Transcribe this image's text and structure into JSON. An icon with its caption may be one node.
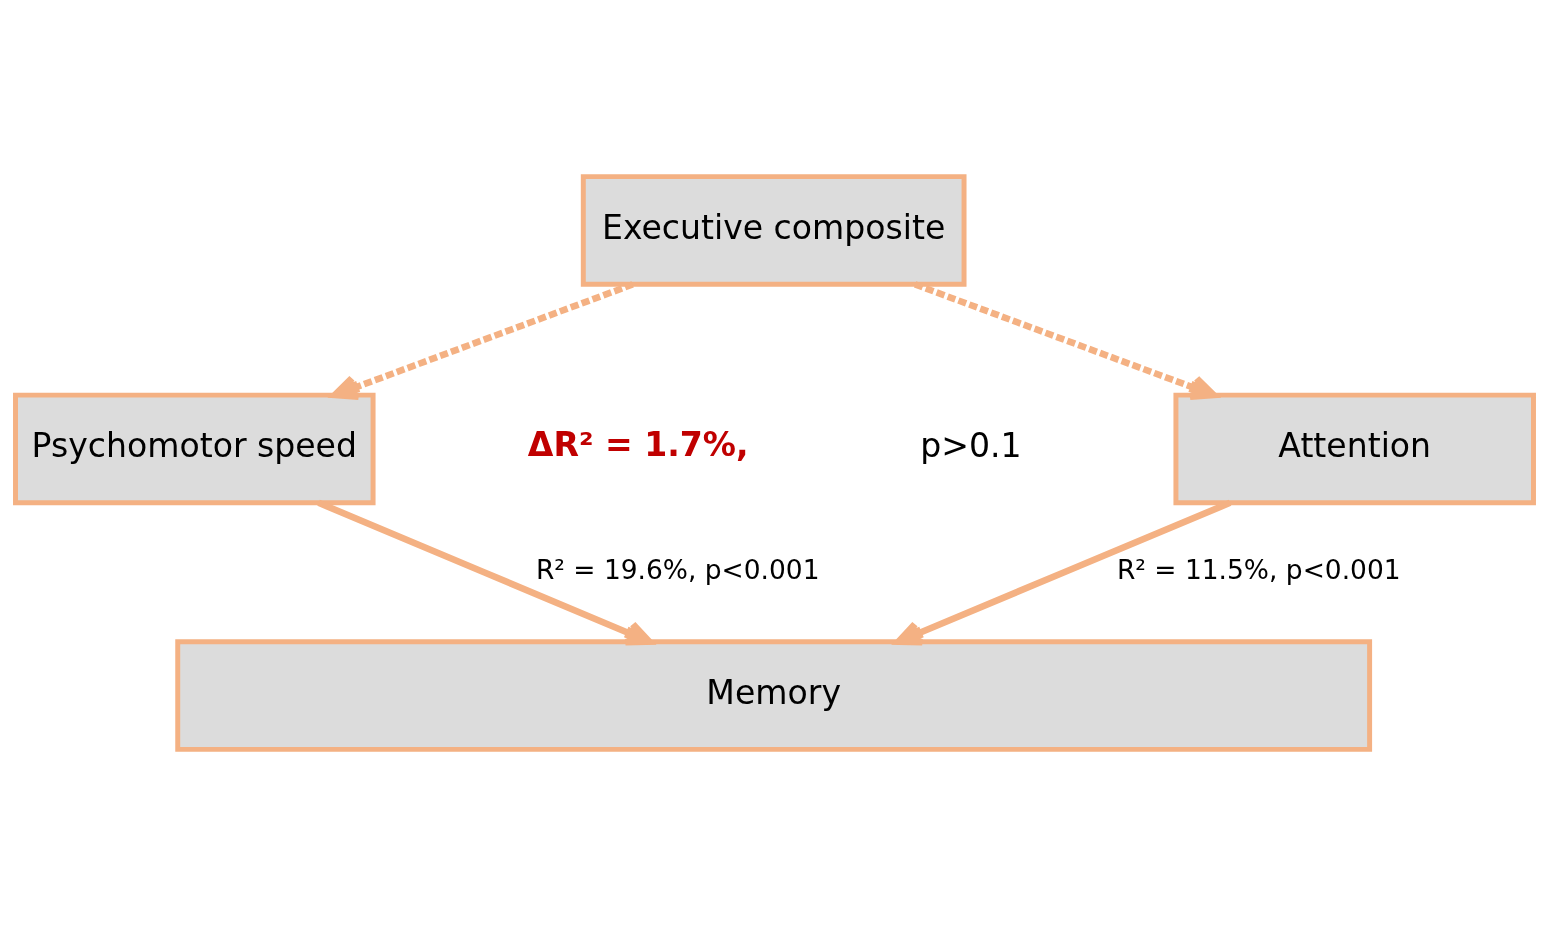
{
  "diagram": {
    "nodes": [
      {
        "text": [
          "Executive composite"
        ]
      },
      {
        "text": [
          "Psychomotor speed"
        ]
      },
      {
        "text": [
          "Attention"
        ]
      },
      {
        "text": [
          "Memory"
        ]
      }
    ],
    "edges": [
      {
        "from": 0,
        "to": 1,
        "arrow": "to",
        "style": "dashed"
      },
      {
        "from": 0,
        "to": 2,
        "arrow": "to",
        "style": "dashed"
      },
      {
        "from": 1,
        "to": 3,
        "arrow": "to",
        "label": "R² = 19.6%, p<0.001"
      },
      {
        "from": 2,
        "to": 3,
        "arrow": "to",
        "label": "R² = 11.5%, p<0.001"
      }
    ],
    "labels": [
      "ΔR² = 1.7%,",
      "p>0.1"
    ]
  }
}
